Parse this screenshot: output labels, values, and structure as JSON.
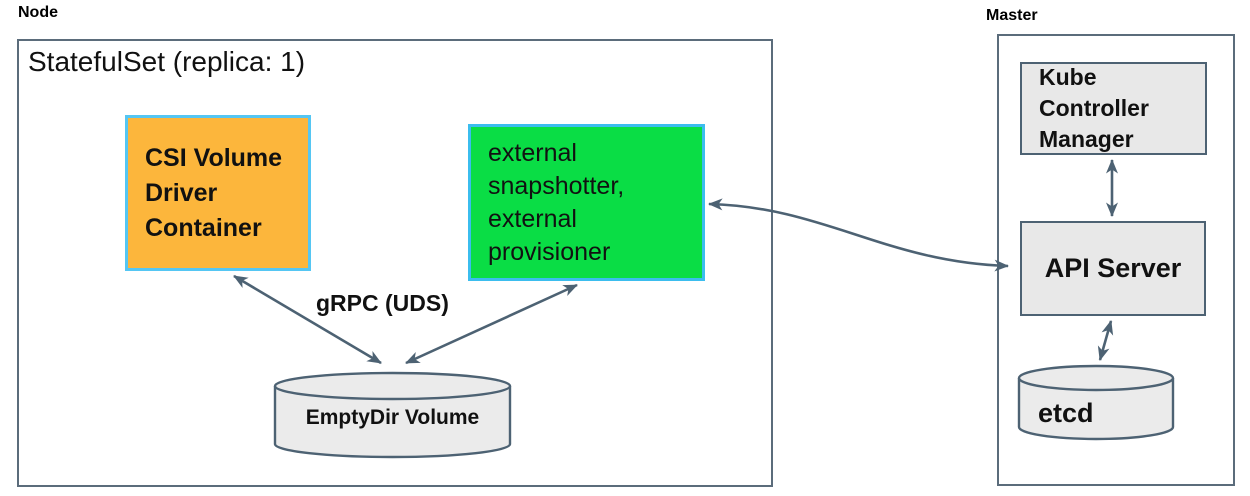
{
  "node_section": {
    "label": "Node",
    "statefulset_title": "StatefulSet (replica: 1)",
    "csi_container_label": "CSI Volume Driver Container",
    "sidecar_label": "external snapshotter, external provisioner",
    "grpc_label": "gRPC (UDS)",
    "emptydir_label": "EmptyDir Volume"
  },
  "master_section": {
    "label": "Master",
    "kube_controller_manager_label": "Kube Controller Manager",
    "api_server_label": "API Server",
    "etcd_label": "etcd"
  },
  "connections": [
    {
      "from": "csi-volume-driver-container",
      "to": "emptydir-volume",
      "style": "double-arrow",
      "label": "gRPC (UDS)"
    },
    {
      "from": "external-snapshotter-provisioner",
      "to": "emptydir-volume",
      "style": "double-arrow",
      "label": "gRPC (UDS)"
    },
    {
      "from": "external-snapshotter-provisioner",
      "to": "api-server",
      "style": "double-arrow-curved",
      "label": ""
    },
    {
      "from": "kube-controller-manager",
      "to": "api-server",
      "style": "double-arrow",
      "label": ""
    },
    {
      "from": "api-server",
      "to": "etcd",
      "style": "double-arrow",
      "label": ""
    }
  ],
  "colors": {
    "csi_fill": "#fcb63c",
    "sidecar_fill": "#0add45",
    "highlight_border": "#55c6f3",
    "gray_fill": "#e8e8e8",
    "outline": "#4d6273",
    "outer_border": "#5b6c7b",
    "text": "#111111"
  }
}
